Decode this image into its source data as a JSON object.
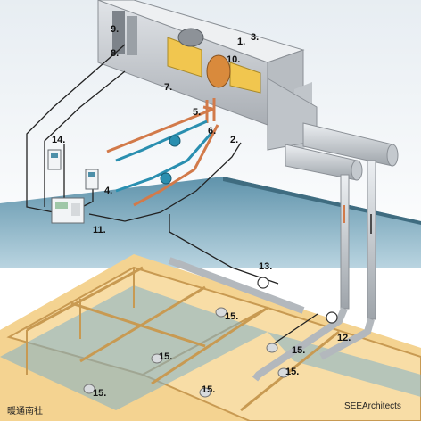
{
  "labels": {
    "l1": "1.",
    "l2": "2.",
    "l3": "3.",
    "l4": "4.",
    "l5": "5.",
    "l6": "6.",
    "l7": "7.",
    "l8": "8.",
    "l9": "9.",
    "l10": "10.",
    "l11": "11.",
    "l12": "12.",
    "l13": "13.",
    "l14": "14.",
    "l15a": "15.",
    "l15b": "15.",
    "l15c": "15.",
    "l15d": "15.",
    "l15e": "15.",
    "l15f": "15."
  },
  "watermarks": {
    "left": "暖通南社",
    "right": "SEEArchitects"
  },
  "colors": {
    "duct": "#c9cdd2",
    "ceiling": "#7fa9bd",
    "floor_plan": "#f5d79a",
    "supply_pipe": "#2a8fb0",
    "return_pipe": "#d27a4a",
    "control_wire": "#222222"
  }
}
